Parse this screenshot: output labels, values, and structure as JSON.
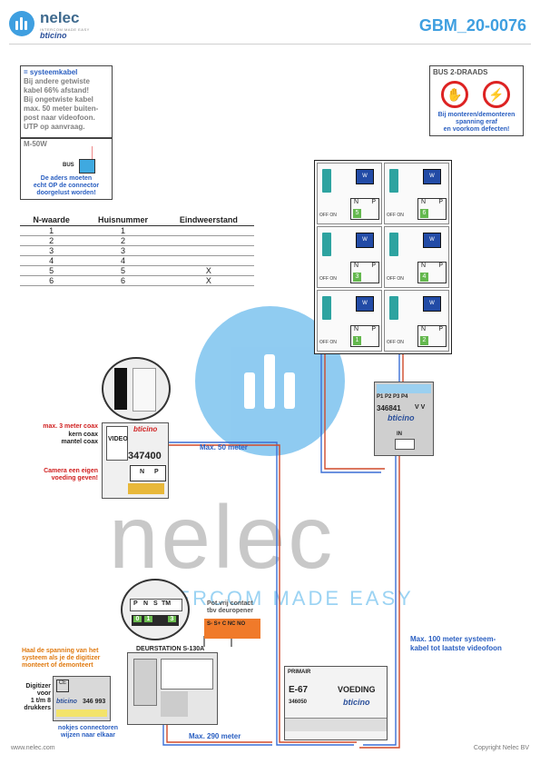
{
  "header": {
    "logo_name": "nelec",
    "logo_tagline": "INTERCOM MADE EASY",
    "logo_brand": "bticino",
    "doc_id": "GBM_20-0076"
  },
  "notes": {
    "cable": {
      "title": "= systeemkabel",
      "lines": [
        "Bij andere getwiste",
        "kabel 66% afstand!",
        "Bij ongetwiste kabel",
        "max. 50 meter buiten-",
        "post naar videofoon.",
        "UTP op aanvraag."
      ]
    },
    "m50w": {
      "title": "M-50W",
      "bus_label": "BUS",
      "lines": [
        "De aders moeten",
        "echt OP de connector",
        "doorgelust worden!"
      ]
    },
    "bus2": {
      "title": "BUS 2-DRAADS",
      "lines": [
        "Bij monteren/demonteren",
        "spanning eraf",
        "en voorkom defecten!"
      ]
    }
  },
  "table": {
    "headers": [
      "N-waarde",
      "Huisnummer",
      "Eindweerstand"
    ],
    "rows": [
      [
        "1",
        "1",
        ""
      ],
      [
        "2",
        "2",
        ""
      ],
      [
        "3",
        "3",
        ""
      ],
      [
        "4",
        "4",
        ""
      ],
      [
        "5",
        "5",
        "X"
      ],
      [
        "6",
        "6",
        "X"
      ]
    ]
  },
  "monitors": [
    {
      "num": "5",
      "np": [
        "N",
        "P"
      ],
      "off": "OFF ON"
    },
    {
      "num": "6",
      "np": [
        "N",
        "P"
      ],
      "off": "OFF ON"
    },
    {
      "num": "3",
      "np": [
        "N",
        "P"
      ],
      "off": "OFF ON"
    },
    {
      "num": "4",
      "np": [
        "N",
        "P"
      ],
      "off": "OFF ON"
    },
    {
      "num": "1",
      "np": [
        "N",
        "P"
      ],
      "off": "OFF ON"
    },
    {
      "num": "2",
      "np": [
        "N",
        "P"
      ],
      "off": "OFF ON"
    }
  ],
  "distributor": {
    "code": "346841",
    "brand": "bticino",
    "ports": "P1 P2 P3 P4",
    "vv": "V V",
    "in": "IN"
  },
  "camera": {
    "code": "347400",
    "brand": "bticino",
    "video_label": "VIDEO",
    "n_label": "N",
    "p_label": "P",
    "coax_lines": [
      "max. 3 meter coax",
      "kern coax",
      "mantel coax"
    ],
    "camera_lines": [
      "Camera een eigen",
      "voeding geven!"
    ],
    "distance": "Max. 50 meter"
  },
  "deurstation": {
    "title": "DEURSTATION S-130A",
    "digitizer_code": "346 993",
    "brand": "bticino",
    "terminal_labels": [
      "P",
      "N",
      "S",
      "TM"
    ],
    "dip": [
      "0",
      "1",
      "3"
    ],
    "hint_lines": [
      "Haal de spanning van het",
      "systeem als je de digitizer",
      "monteert of demonteert"
    ],
    "digitizer_lines": [
      "Digitizer",
      "voor",
      "1 t/m 8",
      "drukkers"
    ],
    "nokjes_lines": [
      "nokjes connectoren",
      "wijzen naar elkaar"
    ]
  },
  "contact": {
    "lines": [
      "Pot.vrij contact",
      "tbv deuropener"
    ],
    "terminals": "S-  S+  C  NC  NO"
  },
  "power": {
    "model": "E-67",
    "label": "VOEDING",
    "code": "346050",
    "brand": "bticino",
    "primair": "PRIMAIR"
  },
  "distances": {
    "long": "Max. 290 meter",
    "system": [
      "Max. 100 meter systeem-",
      "kabel tot laatste videofoon"
    ]
  },
  "watermark": {
    "text": "nelec",
    "tagline": "INTERCOM MADE EASY"
  },
  "footer": {
    "left": "www.nelec.com",
    "right": "Copyright Nelec BV"
  }
}
